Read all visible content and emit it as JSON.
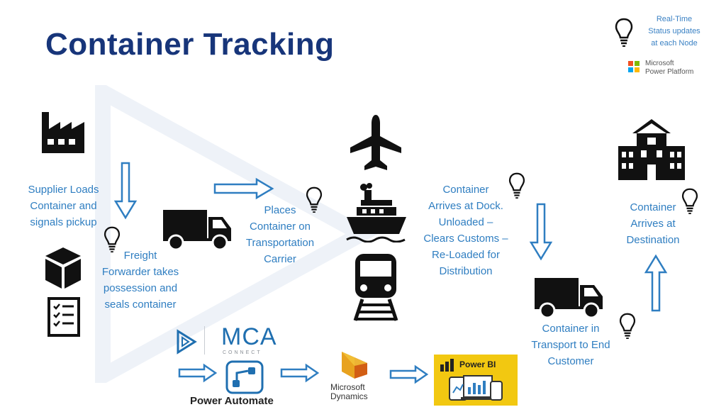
{
  "title": "Container Tracking",
  "legend": {
    "text": "Real-Time\nStatus updates\nat each Node",
    "platform": "Microsoft\nPower Platform",
    "tile_colors": [
      "#f25022",
      "#7fba00",
      "#00a4ef",
      "#ffb900"
    ]
  },
  "steps": {
    "supplier": "Supplier Loads\nContainer and\nsignals pickup",
    "freight": "Freight\nForwarder takes\npossession and\nseals container",
    "places": "Places\nContainer on\nTransportation\nCarrier",
    "dock": "Container\nArrives at Dock.\nUnloaded –\nClears Customs –\nRe-Loaded for\nDistribution",
    "transport": "Container in\nTransport to End\nCustomer",
    "destination": "Container\nArrives at\nDestination"
  },
  "logos": {
    "mca_name": "MCA",
    "mca_sub": "CONNECT",
    "power_automate": "Power Automate",
    "dynamics": "Microsoft\nDynamics",
    "power_bi": "Power BI"
  },
  "colors": {
    "title": "#17357a",
    "step_text": "#2f7ec1",
    "arrow_outline": "#2f7ec1",
    "icon": "#111111",
    "power_bi_bg": "#f2c811"
  }
}
